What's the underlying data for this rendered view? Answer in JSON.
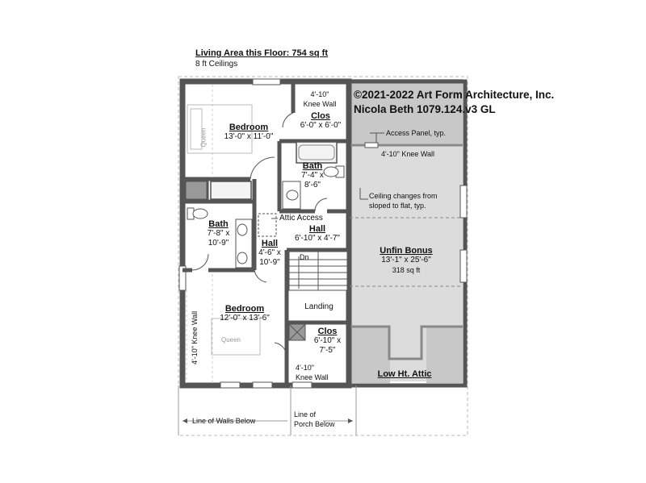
{
  "header": {
    "living_area": "Living Area this Floor: 754 sq ft",
    "ceilings": "8 ft Ceilings"
  },
  "copyright": {
    "line1": "©2021-2022 Art Form Architecture, Inc.",
    "line2": "Nicola Beth 1079.124.v3 GL"
  },
  "rooms": {
    "bedroom_top": {
      "name": "Bedroom",
      "dims": "13'-0\" x 11'-0\""
    },
    "clos_top": {
      "name": "Clos",
      "dims": "6'-0\" x 6'-0\""
    },
    "knee_wall_top": {
      "line1": "4'-10\"",
      "line2": "Knee Wall"
    },
    "bath_right": {
      "name": "Bath",
      "dims1": "7'-4\" x",
      "dims2": "8'-6\""
    },
    "bath_left": {
      "name": "Bath",
      "dims1": "7'-8\" x",
      "dims2": "10'-9\""
    },
    "hall_small": {
      "name": "Hall",
      "dims1": "4'-6\" x",
      "dims2": "10'-9\""
    },
    "hall_main": {
      "name": "Hall",
      "dims": "6'-10\" x 4'-7\""
    },
    "bedroom_bottom": {
      "name": "Bedroom",
      "dims": "12'-0\" x 13'-6\""
    },
    "clos_bottom": {
      "name": "Clos",
      "dims1": "6'-10\" x",
      "dims2": "7'-5\""
    },
    "knee_wall_bottom": {
      "line1": "4'-10\"",
      "line2": "Knee Wall"
    },
    "unfin_bonus": {
      "name": "Unfin Bonus",
      "dims": "13'-1\" x 25'-6\"",
      "area": "318 sq ft"
    },
    "low_attic": {
      "name": "Low Ht. Attic"
    },
    "landing": "Landing",
    "dn": "Dn"
  },
  "annotations": {
    "access_panel": "Access Panel, typ.",
    "knee_wall_bonus": "4'-10\" Knee Wall",
    "ceiling_changes_1": "Ceiling changes from",
    "ceiling_changes_2": "sloped to flat, typ.",
    "attic_access": "Attic Access",
    "queen_top": "Queen",
    "queen_bottom": "Queen",
    "knee_wall_vertical": "4'-10\" Knee Wall",
    "line_of_walls": "Line of Walls Below",
    "porch_line1": "Line of",
    "porch_line2": "Porch Below"
  }
}
